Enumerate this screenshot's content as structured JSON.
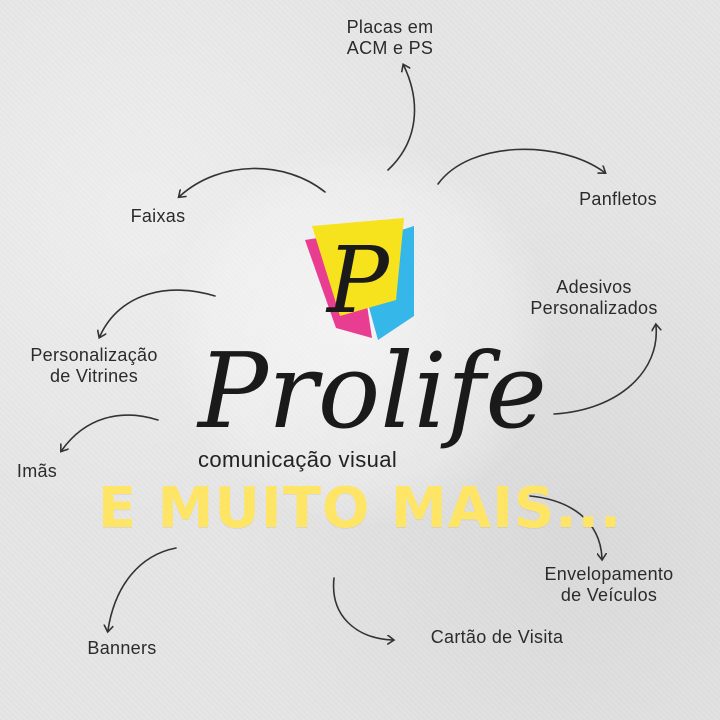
{
  "logo": {
    "letter": "P",
    "brand_name": "Prolife",
    "tagline": "comunicação visual",
    "colors": {
      "yellow": "#f7e21e",
      "magenta": "#e8338c",
      "cyan": "#2bb3e8",
      "ink": "#1a1a1a"
    }
  },
  "headline": "E MUITO MAIS...",
  "services": {
    "placas": [
      "Placas em",
      "ACM e PS"
    ],
    "faixas": [
      "Faixas"
    ],
    "panfletos": [
      "Panfletos"
    ],
    "adesivos": [
      "Adesivos",
      "Personalizados"
    ],
    "vitrines": [
      "Personalização",
      "de Vitrines"
    ],
    "imas": [
      "Imãs"
    ],
    "envelopamento": [
      "Envelopamento",
      "de Veículos"
    ],
    "banners": [
      "Banners"
    ],
    "cartao": [
      "Cartão de Visita"
    ]
  },
  "icons": {
    "arrow": "curved-arrow-icon"
  }
}
